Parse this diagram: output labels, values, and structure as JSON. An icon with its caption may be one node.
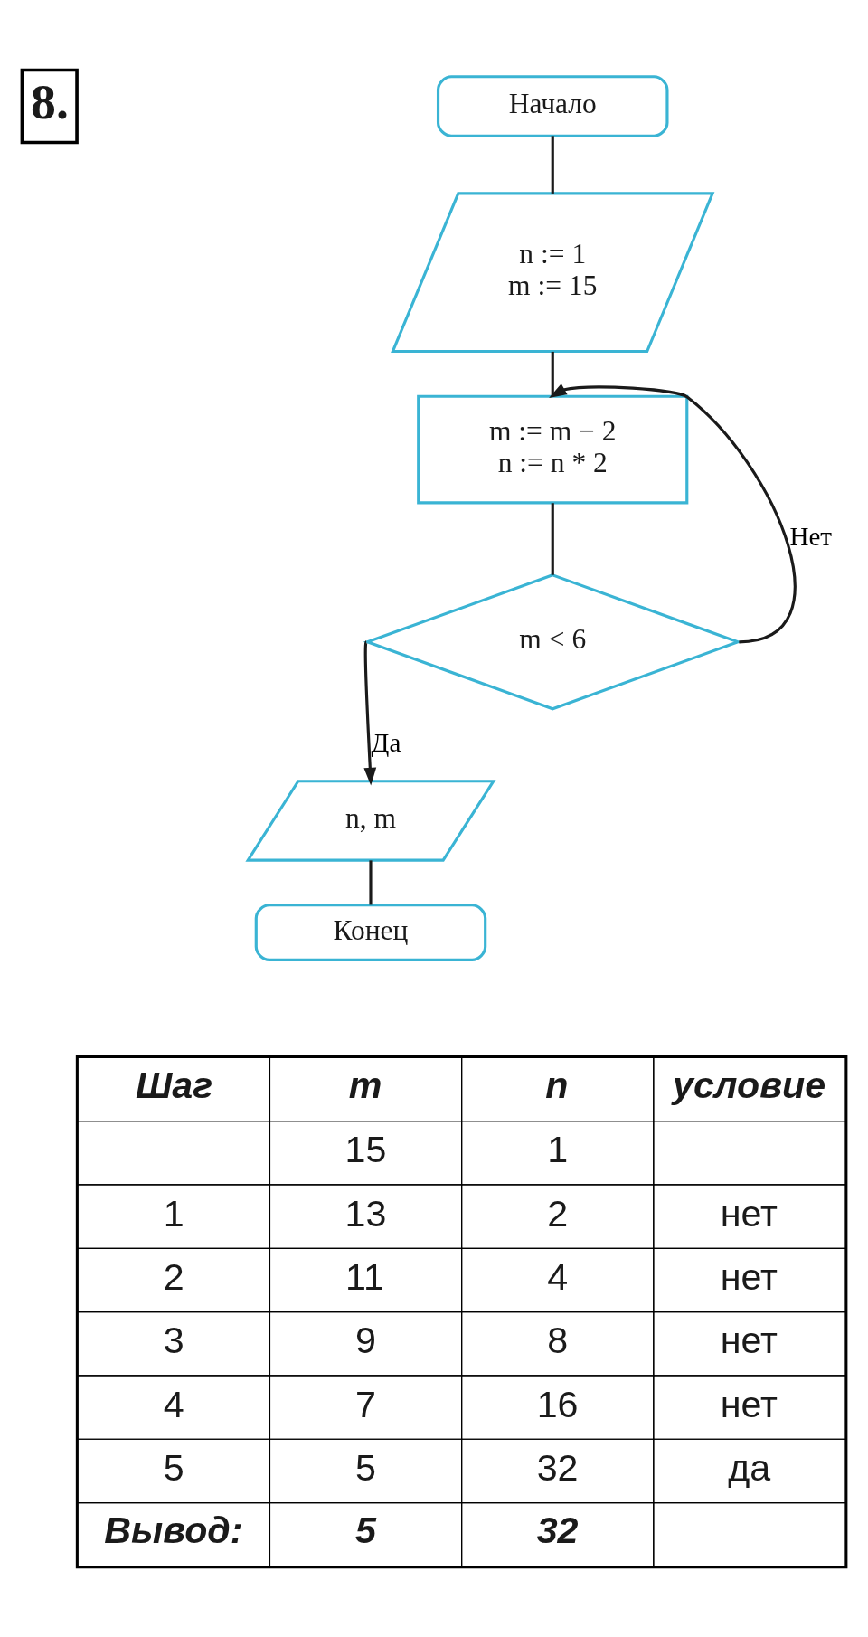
{
  "diagram": {
    "nodes": [
      {
        "text": [
          "Начало"
        ]
      },
      {
        "text": [
          "n := 1",
          "m := 15"
        ]
      },
      {
        "text": [
          "m := m − 2",
          "n := n * 2"
        ]
      },
      {
        "text": [
          "m < 6"
        ]
      },
      {
        "text": [
          "n, m"
        ]
      },
      {
        "text": [
          "Конец"
        ]
      }
    ],
    "edges": [
      {
        "from": 0,
        "to": 1,
        "arrow": "none"
      },
      {
        "from": 1,
        "to": 2,
        "arrow": "none"
      },
      {
        "from": 2,
        "to": 3,
        "arrow": "none"
      },
      {
        "from": 3,
        "to": 4,
        "arrow": "to",
        "label": "Да"
      },
      {
        "from": 3,
        "to": 2,
        "arrow": "to",
        "label": "Нет"
      },
      {
        "from": 4,
        "to": 5,
        "arrow": "none"
      }
    ],
    "labels": [
      "8.",
      "Шаг",
      "m",
      "n",
      "условие",
      "15",
      "1",
      "1",
      "13",
      "2",
      "нет",
      "2",
      "11",
      "4",
      "нет",
      "3",
      "9",
      "8",
      "нет",
      "4",
      "7",
      "16",
      "нет",
      "5",
      "5",
      "32",
      "да",
      "Вывод:",
      "5",
      "32"
    ]
  }
}
